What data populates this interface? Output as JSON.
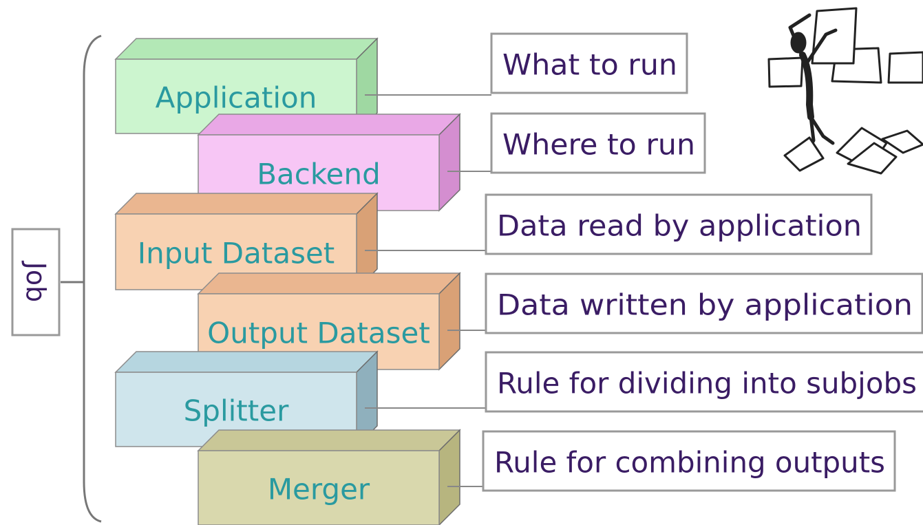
{
  "job": {
    "label": "Job"
  },
  "components": [
    {
      "id": "application",
      "label": "Application",
      "description": "What to run",
      "colors": {
        "front": "#ccf5cf",
        "top": "#b3e8b6",
        "side": "#9fd8a2"
      }
    },
    {
      "id": "backend",
      "label": "Backend",
      "description": "Where to run",
      "colors": {
        "front": "#f7c6f5",
        "top": "#e9a8e6",
        "side": "#d48ed0"
      }
    },
    {
      "id": "input-dataset",
      "label": "Input Dataset",
      "description": "Data read by application",
      "colors": {
        "front": "#f8d2b2",
        "top": "#eab690",
        "side": "#d9a176"
      }
    },
    {
      "id": "output-dataset",
      "label": "Output Dataset",
      "description": "Data written by application",
      "colors": {
        "front": "#f8d2b2",
        "top": "#eab690",
        "side": "#d9a176"
      }
    },
    {
      "id": "splitter",
      "label": "Splitter",
      "description": "Rule for dividing into subjobs",
      "colors": {
        "front": "#cfe5ec",
        "top": "#b6d6e0",
        "side": "#8fb0bd"
      }
    },
    {
      "id": "merger",
      "label": "Merger",
      "description": "Rule for combining outputs",
      "colors": {
        "front": "#d9d8ad",
        "top": "#c9c797",
        "side": "#b7b57f"
      }
    }
  ],
  "decoration": {
    "icon": "stick-figure-with-papers-icon"
  }
}
